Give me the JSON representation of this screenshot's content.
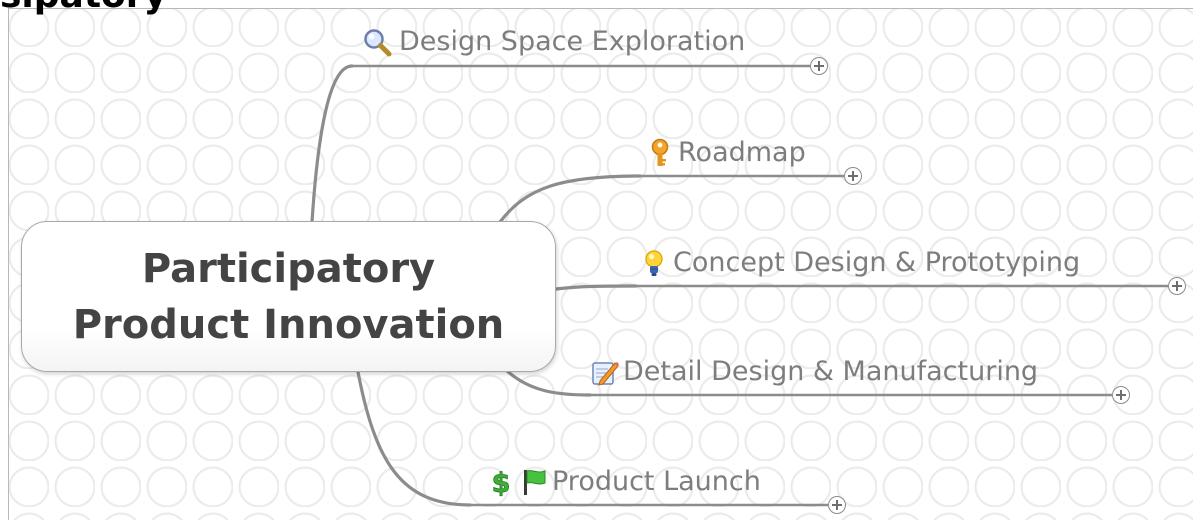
{
  "diagram": {
    "top_title_fragment": "sipatory",
    "central_topic": {
      "line1": "Participatory",
      "line2": "Product Innovation"
    },
    "branches": [
      {
        "label": "Design Space Exploration",
        "icons": [
          "magnifier-icon"
        ]
      },
      {
        "label": "Roadmap",
        "icons": [
          "key-icon"
        ]
      },
      {
        "label": "Concept Design & Prototyping",
        "icons": [
          "lightbulb-icon"
        ]
      },
      {
        "label": "Detail Design & Manufacturing",
        "icons": [
          "pencil-note-icon"
        ]
      },
      {
        "label": "Product Launch",
        "icons": [
          "dollar-icon",
          "green-flag-icon"
        ]
      }
    ],
    "colors": {
      "connector": "#8c8c8c",
      "branch_text": "#7d7d7d",
      "central_text": "#444444",
      "background_pattern": "#ebebeb"
    }
  }
}
